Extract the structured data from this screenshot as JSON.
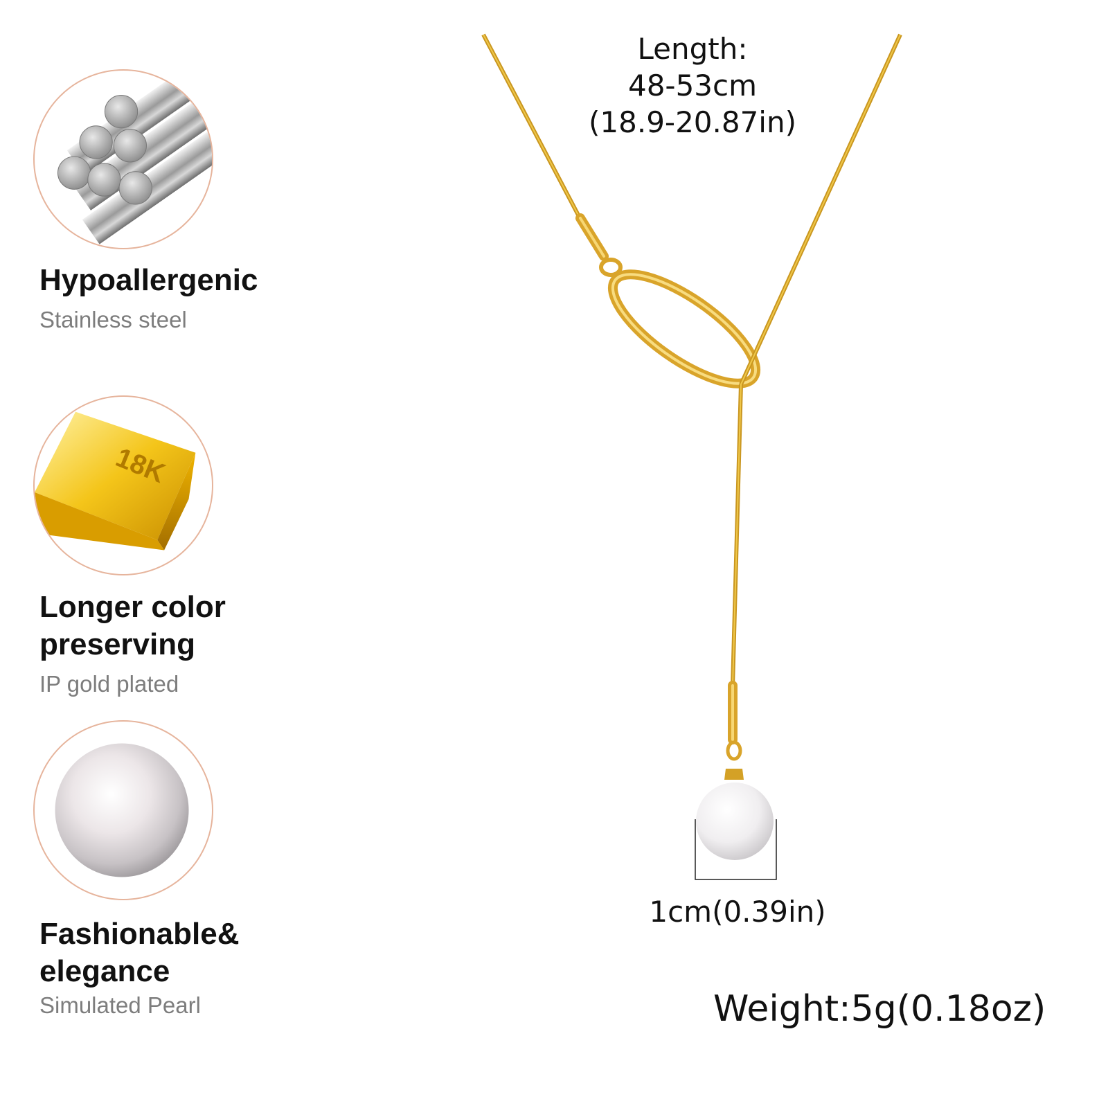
{
  "features": [
    {
      "icon": "steel-rods-icon",
      "title": "Hypoallergenic",
      "subtitle": "Stainless steel"
    },
    {
      "icon": "gold-bar-icon",
      "badge": "18K",
      "title": "Longer color preserving",
      "subtitle": "IP gold plated"
    },
    {
      "icon": "pearl-icon",
      "title": "Fashionable& elegance",
      "subtitle": "Simulated Pearl"
    }
  ],
  "product": {
    "length": {
      "label": "Length:",
      "cm": "48-53cm",
      "inches": "(18.9-20.87in)"
    },
    "pearl_size": "1cm(0.39in)",
    "weight": "Weight:5g(0.18oz)"
  },
  "colors": {
    "circle_border": "#e6b49c",
    "gold": "#e0a92a",
    "subtitle_gray": "#7d7d7d"
  }
}
